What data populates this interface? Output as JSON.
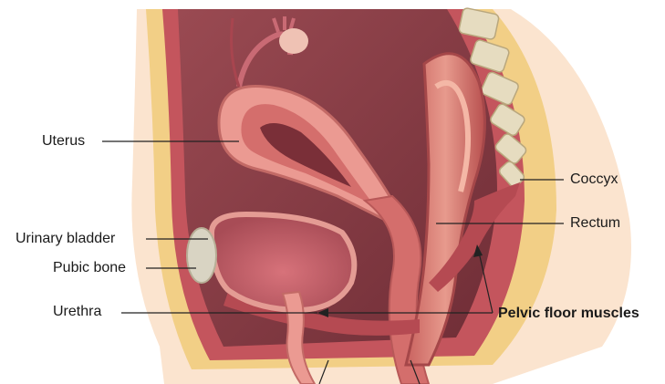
{
  "labels": {
    "uterus": "Uterus",
    "urinary_bladder": "Urinary bladder",
    "pubic_bone": "Pubic bone",
    "urethra": "Urethra",
    "coccyx": "Coccyx",
    "rectum": "Rectum",
    "pelvic_floor_muscles": "Pelvic floor muscles"
  },
  "colors": {
    "skin": "#fbe4cf",
    "fat": "#f2cf86",
    "muscle": "#c4555d",
    "cavity": "#8e3f47",
    "organ_light": "#eb9a92",
    "organ_mid": "#d46e6c",
    "bone": "#d9d4c3",
    "leader": "#222222"
  }
}
